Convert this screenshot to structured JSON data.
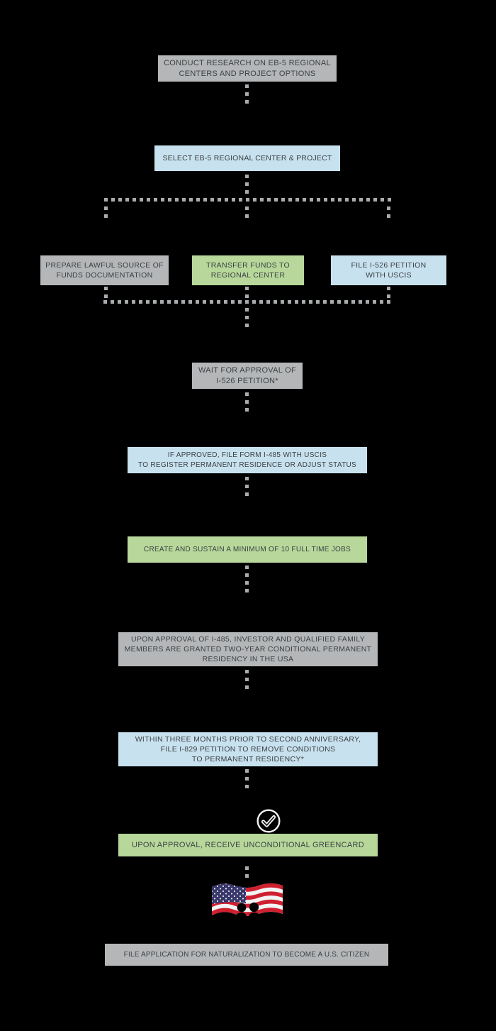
{
  "colors": {
    "background": "#000000",
    "gray": "#b4b6b8",
    "blue": "#c8e1ee",
    "green": "#b7d89a",
    "text": "#3b4145",
    "dot": "#a9acae",
    "flag_red": "#cf2030",
    "flag_blue": "#39386b",
    "check_ring": "#f2f2f2"
  },
  "flowchart": {
    "steps": [
      {
        "label": "CONDUCT RESEARCH ON EB-5 REGIONAL\nCENTERS AND PROJECT OPTIONS",
        "style": "gray"
      },
      {
        "label": "SELECT EB-5 REGIONAL CENTER & PROJECT",
        "style": "blue"
      },
      {
        "label": "PREPARE LAWFUL SOURCE OF\nFUNDS DOCUMENTATION",
        "style": "gray"
      },
      {
        "label": "TRANSFER FUNDS TO\nREGIONAL CENTER",
        "style": "green"
      },
      {
        "label": "FILE I-526 PETITION\nWITH USCIS",
        "style": "blue"
      },
      {
        "label": "WAIT FOR APPROVAL OF\nI-526 PETITION*",
        "style": "gray"
      },
      {
        "label": "IF APPROVED, FILE FORM I-485 WITH USCIS\nTO REGISTER PERMANENT RESIDENCE OR ADJUST STATUS",
        "style": "blue"
      },
      {
        "label": "CREATE AND SUSTAIN A MINIMUM OF 10 FULL TIME JOBS",
        "style": "green"
      },
      {
        "label": "UPON APPROVAL OF I-485, INVESTOR AND QUALIFIED FAMILY\nMEMBERS ARE GRANTED TWO-YEAR CONDITIONAL PERMANENT\nRESIDENCY IN THE USA",
        "style": "gray"
      },
      {
        "label": "WITHIN THREE MONTHS PRIOR TO SECOND ANNIVERSARY,\nFILE I-829 PETITION TO REMOVE CONDITIONS\nTO PERMANENT RESIDENCY*",
        "style": "blue"
      },
      {
        "label": "UPON APPROVAL, RECEIVE UNCONDITIONAL GREENCARD",
        "style": "green"
      },
      {
        "label": "FILE APPLICATION FOR NATURALIZATION TO BECOME A U.S. CITIZEN",
        "style": "gray"
      }
    ],
    "icons": {
      "check": "check-circle-icon",
      "flag": "us-flag-icon"
    }
  }
}
